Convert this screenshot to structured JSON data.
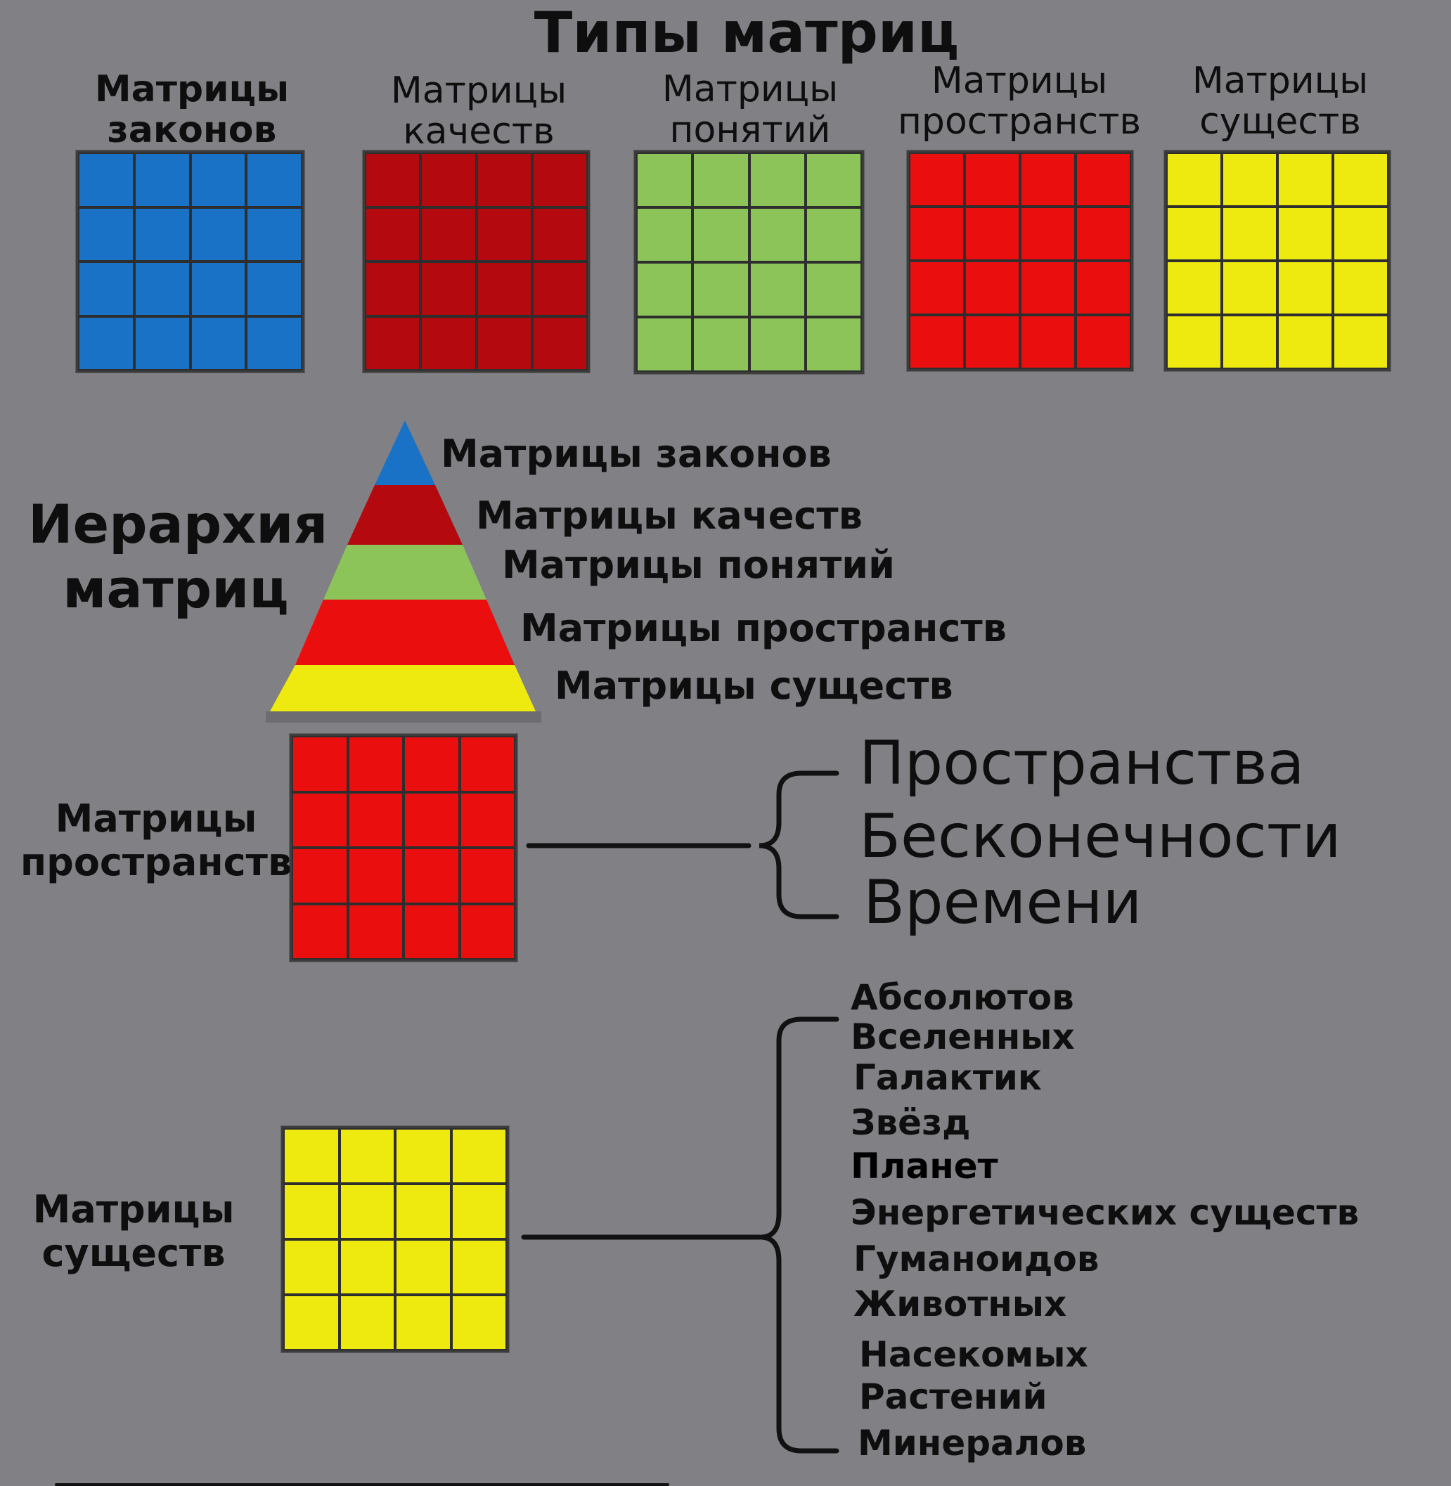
{
  "title": "Типы матриц",
  "matrix_types": [
    {
      "label_line1": "Матрицы",
      "label_line2": "законов",
      "color": "#1a72c6"
    },
    {
      "label_line1": "Матрицы",
      "label_line2": "качеств",
      "color": "#b4090f"
    },
    {
      "label_line1": "Матрицы",
      "label_line2": "понятий",
      "color": "#8cc45a"
    },
    {
      "label_line1": "Матрицы",
      "label_line2": "пространств",
      "color": "#eb0e0f"
    },
    {
      "label_line1": "Матрицы",
      "label_line2": "существ",
      "color": "#eeea0f"
    }
  ],
  "hierarchy": {
    "title_line1": "Иерархия",
    "title_line2": "матриц",
    "levels": [
      {
        "label": "Матрицы законов",
        "color": "#1a72c6"
      },
      {
        "label": "Матрицы качеств",
        "color": "#b4090f"
      },
      {
        "label": "Матрицы понятий",
        "color": "#8cc45a"
      },
      {
        "label": "Матрицы пространств",
        "color": "#eb0e0f"
      },
      {
        "label": "Матрицы существ",
        "color": "#eeea0f"
      }
    ]
  },
  "spaces": {
    "label_line1": "Матрицы",
    "label_line2": "пространств",
    "color": "#eb0e0f",
    "items": [
      "Пространства",
      "Бесконечности",
      "Времени"
    ]
  },
  "beings": {
    "label_line1": "Матрицы",
    "label_line2": "существ",
    "color": "#eeea0f",
    "items": [
      "Абсолютов",
      "Вселенных",
      "Галактик",
      "Звёзд",
      "Планет",
      "Энергетических существ",
      "Гуманоидов",
      "Животных",
      "Насекомых",
      "Растений",
      "Минералов"
    ]
  }
}
